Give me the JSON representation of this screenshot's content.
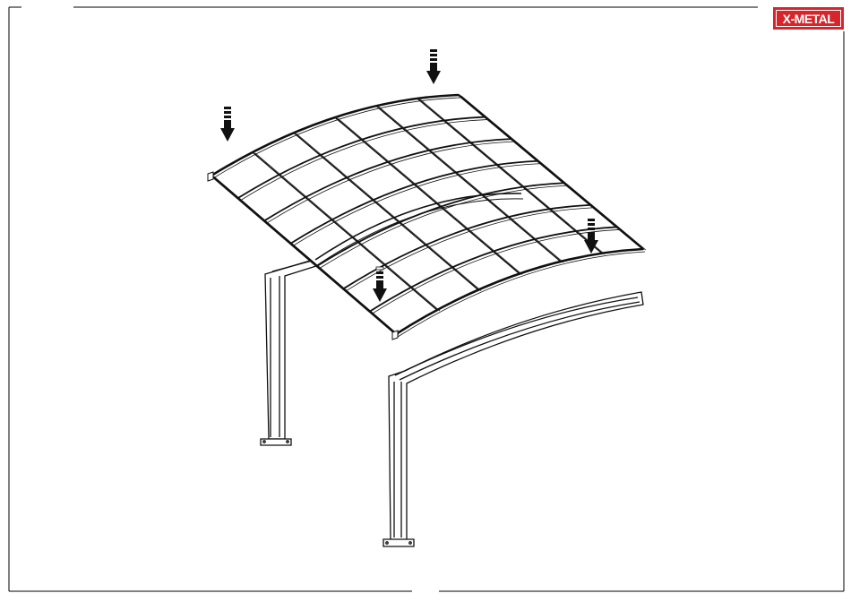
{
  "brand": {
    "logo_text": "X-METAL",
    "logo_color": "#d6262b",
    "logo_text_color": "#ffffff"
  },
  "illustration": {
    "subject": "carport-roof-assembly",
    "arrow_icon": "down-arrow-icon",
    "line_color": "#111111",
    "panel_grid": {
      "columns": 6,
      "rows": 7
    }
  }
}
